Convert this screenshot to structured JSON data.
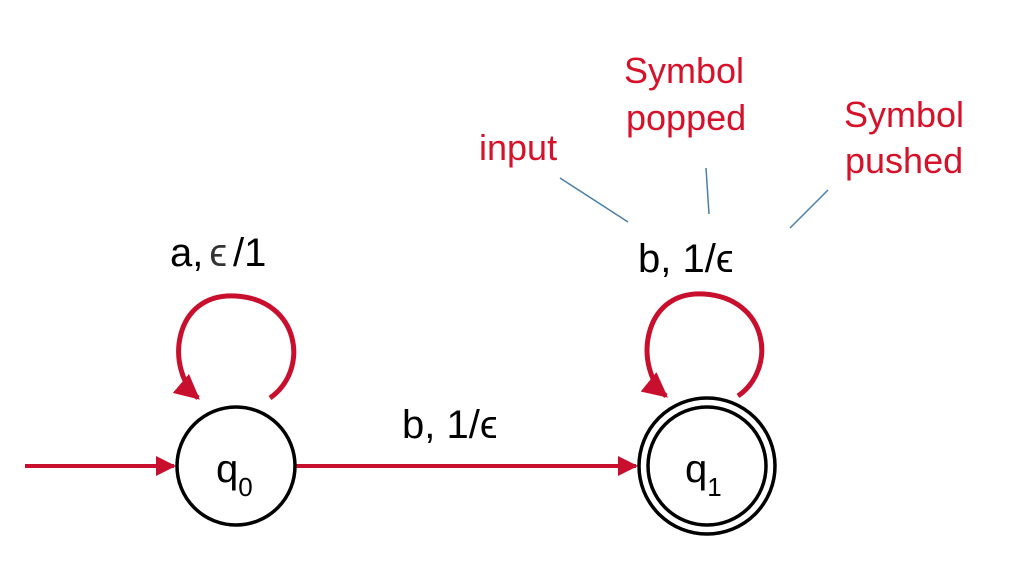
{
  "colors": {
    "edge": "#c8102e",
    "state_stroke": "#000000",
    "annotation_text": "#d6112a",
    "annotation_line": "#4a7fa8",
    "label_text": "#000000"
  },
  "states": [
    {
      "id": "q0",
      "base": "q",
      "sub": "0",
      "initial": true,
      "accepting": false
    },
    {
      "id": "q1",
      "base": "q",
      "sub": "1",
      "initial": false,
      "accepting": true
    }
  ],
  "transitions": {
    "loop_q0": {
      "input": "a,",
      "popped": "ϵ",
      "pushed": "/1"
    },
    "edge_q0_q1": "b, 1/ϵ",
    "loop_q1": "b, 1/ϵ"
  },
  "annotations": {
    "input": "input",
    "popped_line1": "Symbol",
    "popped_line2": "popped",
    "pushed_line1": "Symbol",
    "pushed_line2": "pushed"
  }
}
